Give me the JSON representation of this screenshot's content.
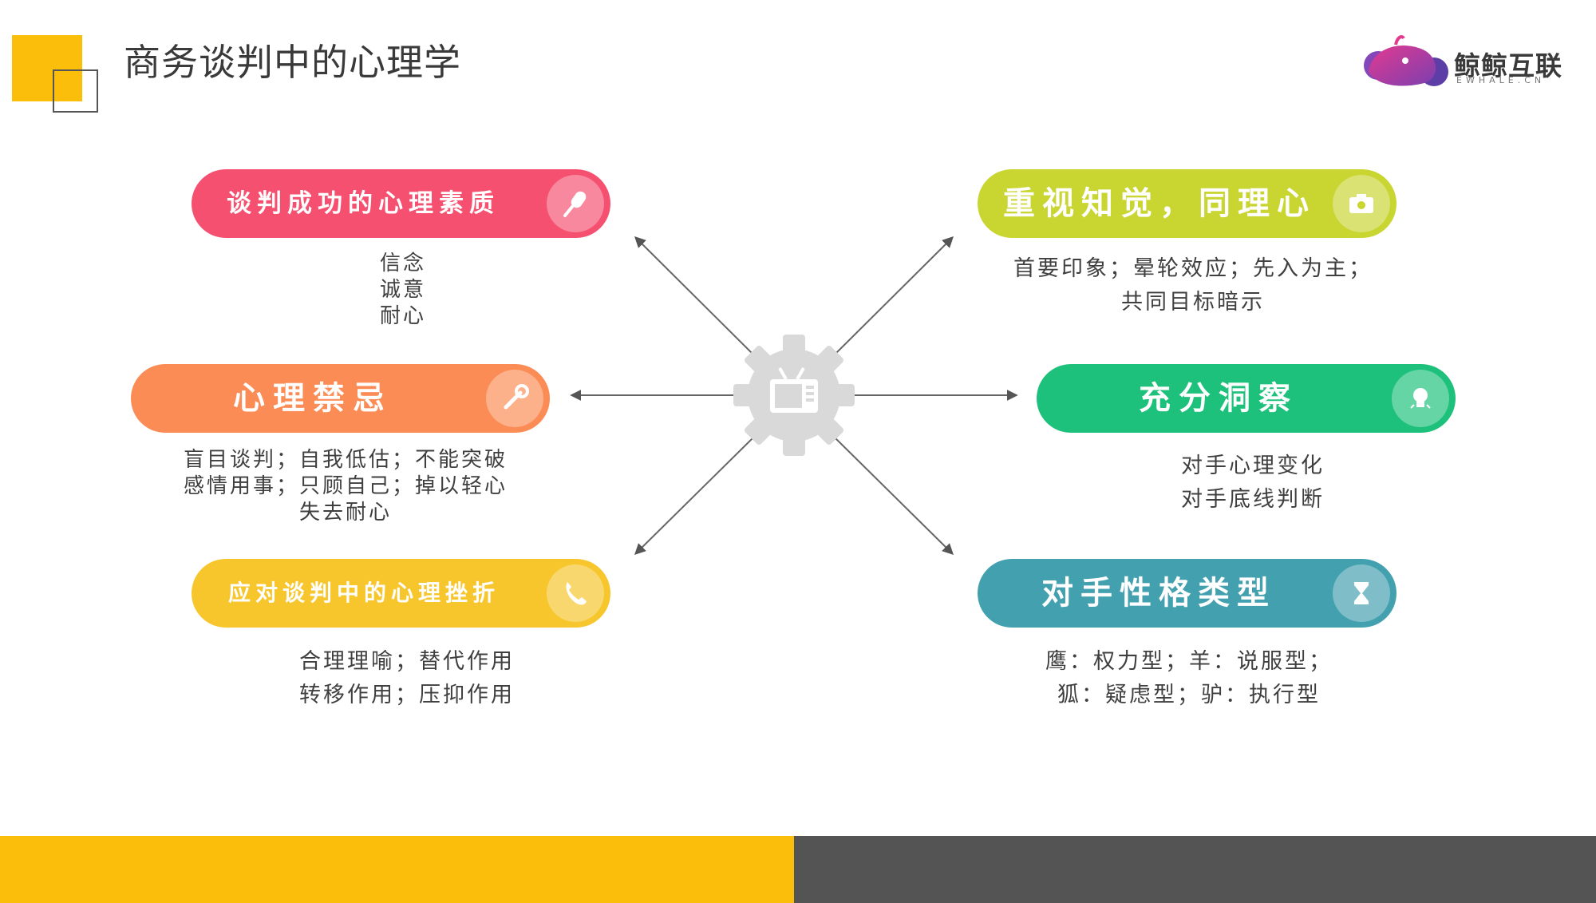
{
  "header": {
    "title": "商务谈判中的心理学"
  },
  "logo": {
    "name": "鲸鲸互联",
    "sub": "EWHALE.CN"
  },
  "left": [
    {
      "label": "谈判成功的心理素质",
      "color": "#F5506F",
      "icon": "microphone-icon",
      "desc": [
        "信念",
        "诚意",
        "耐心"
      ]
    },
    {
      "label": "心理禁忌",
      "color": "#FB8C55",
      "icon": "wrench-icon",
      "desc": [
        "盲目谈判；自我低估；不能突破",
        "感情用事；只顾自己；掉以轻心",
        "失去耐心"
      ]
    },
    {
      "label": "应对谈判中的心理挫折",
      "color": "#F7C52C",
      "icon": "phone-icon",
      "desc": [
        "合理理喻；替代作用",
        "转移作用；压抑作用"
      ]
    }
  ],
  "right": [
    {
      "label": "重视知觉，同理心",
      "color": "#C9D531",
      "icon": "camera-icon",
      "desc": [
        "首要印象；晕轮效应；先入为主；",
        "共同目标暗示"
      ]
    },
    {
      "label": "充分洞察",
      "color": "#1EC17B",
      "icon": "lightbulb-icon",
      "desc": [
        "对手心理变化",
        "对手底线判断"
      ]
    },
    {
      "label": "对手性格类型",
      "color": "#43A0AE",
      "icon": "hourglass-icon",
      "desc": [
        "鹰：权力型；羊：说服型；",
        "狐：疑虑型；驴：执行型"
      ]
    }
  ],
  "center": {
    "icon": "gear-tv-icon",
    "color": "#d9d9d9"
  },
  "colors": {
    "accent_yellow": "#FBBF0B",
    "dark_gray": "#545454"
  }
}
